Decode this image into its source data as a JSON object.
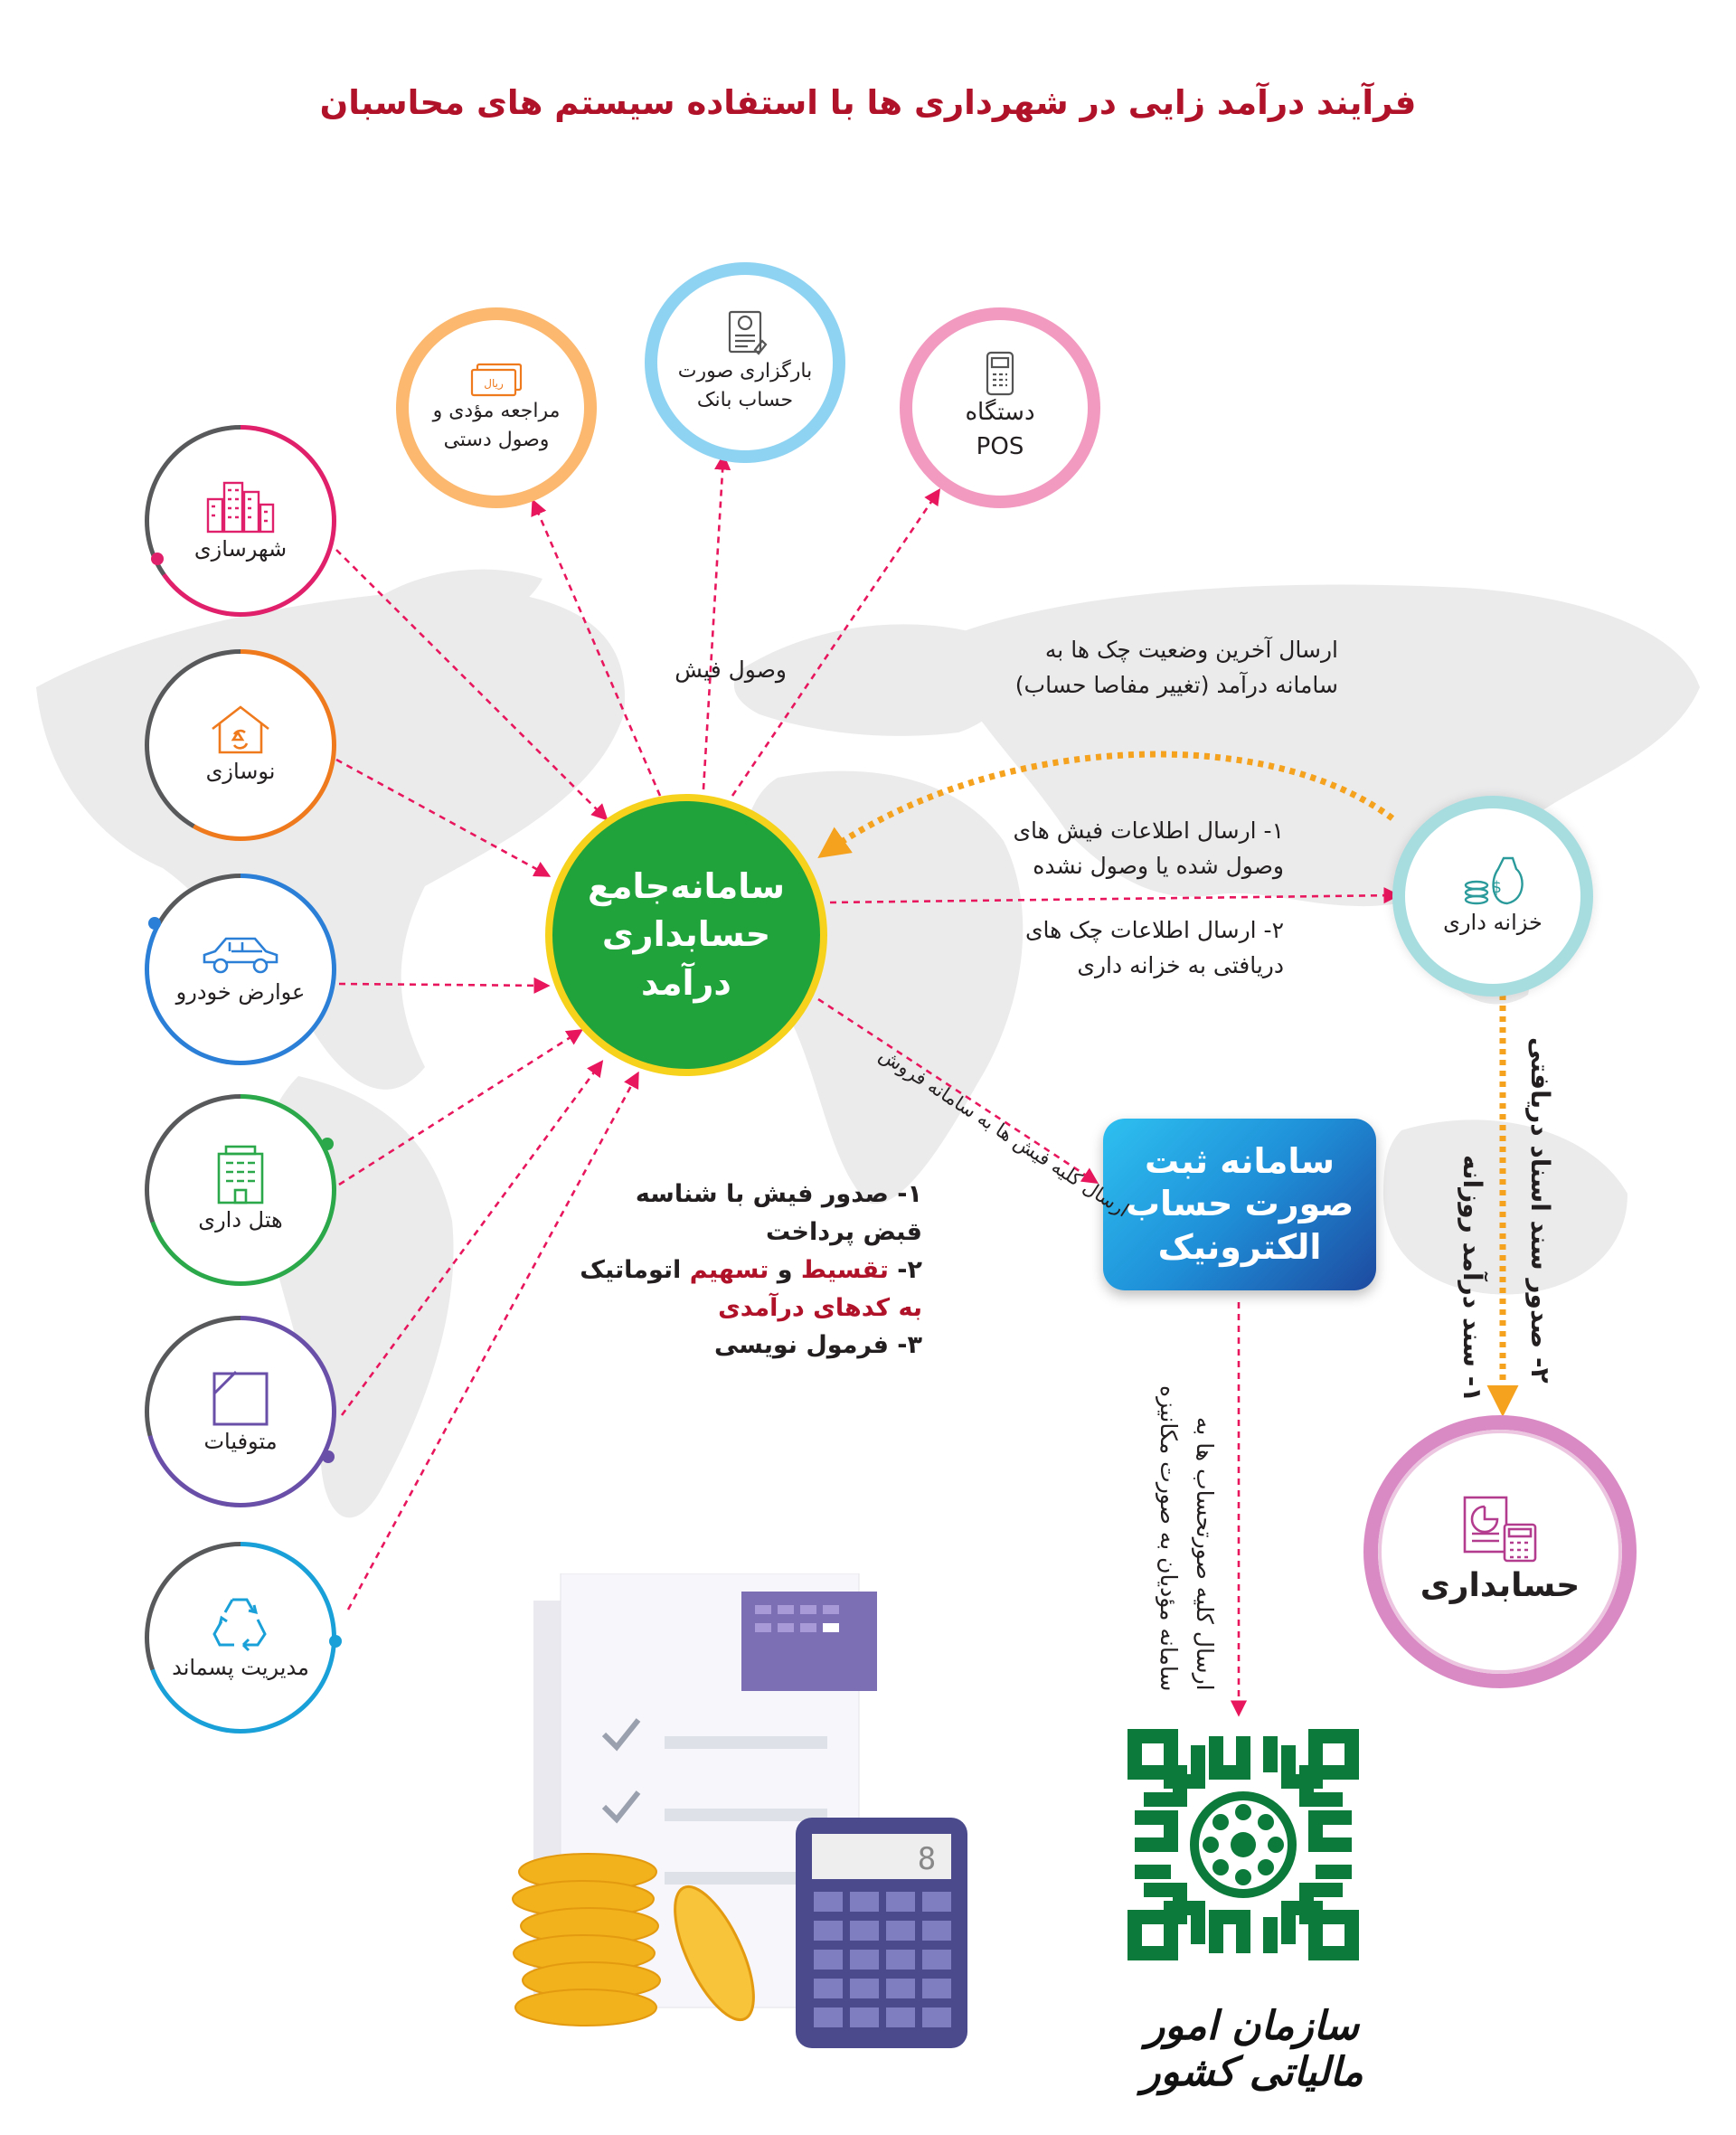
{
  "title": "فرآیند درآمد زایی در شهرداری ها با استفاده سیستم های محاسبان",
  "center": {
    "line1": "سامانه‌جامع",
    "line2": "حسابداری درآمد"
  },
  "left_nodes": [
    {
      "label": "شهرسازی",
      "color": "#e0206a",
      "icon": "buildings-icon"
    },
    {
      "label": "نوسازی",
      "color": "#ef7a1e",
      "icon": "house-recycle-icon"
    },
    {
      "label": "عوارض خودرو",
      "color": "#2b7fd6",
      "icon": "car-icon"
    },
    {
      "label": "هتل داری",
      "color": "#2ba84a",
      "icon": "hotel-icon"
    },
    {
      "label": "متوفیات",
      "color": "#6a4fa8",
      "icon": "frame-icon"
    },
    {
      "label": "مدیریت پسماند",
      "color": "#1aa0d8",
      "icon": "recycle-icon"
    }
  ],
  "top_nodes": [
    {
      "line1": "مراجعه مؤدی و",
      "line2": "وصول دستی",
      "color": "#fbb86e",
      "icon": "cash-icon"
    },
    {
      "line1": "بارگزاری صورت",
      "line2": "حساب بانک",
      "color": "#8fd3f2",
      "icon": "bank-statement-icon"
    },
    {
      "line1": "دستگاه",
      "line2": "POS",
      "color": "#f29ac0",
      "icon": "pos-icon"
    }
  ],
  "cash_note_text": "ریال",
  "treasury": {
    "label": "خزانه داری",
    "color": "#a8dde0",
    "icon": "money-bag-icon"
  },
  "accounting": {
    "label": "حسابداری",
    "color": "#d98ac4",
    "icon": "report-calculator-icon"
  },
  "einvoice": {
    "line1": "سامانه ثبت",
    "line2": "صورت حساب",
    "line3": "الکترونیک"
  },
  "labels": {
    "receipt_collection": "وصول فیش",
    "check_status_line1": "ارسال آخرین وضعیت چک ها به",
    "check_status_line2": "سامانه درآمد (تغییر مفاصا حساب)",
    "send1_line1": "۱- ارسال اطلاعات فیش های",
    "send1_line2": "وصول شده یا وصول نشده",
    "send2_line1": "۲- ارسال اطلاعات چک های",
    "send2_line2": "دریافتی به خزانه داری",
    "sales_line": "ارسال کلیه فیش ها به سامانه فروش",
    "features_1a": "۱- صدور فیش با شناسه",
    "features_1b": "قبض پرداخت",
    "features_2_prefix": "۲- ",
    "features_2_red1": "تقسیط",
    "features_2_mid": " و ",
    "features_2_red2": "تسهیم",
    "features_2_suffix": " اتوماتیک",
    "features_2b": "به کدهای درآمدی",
    "features_3": "۳- فرمول نویسی",
    "tax_send_line1": "ارسال کلیه صورتحساب ها به",
    "tax_send_line2": "سامانه مؤدیان به صورت مکانیزه",
    "daily_doc": "۱- سند درآمد روزانه",
    "received_docs": "۲- صدور سند اسناد دریافتی"
  },
  "calculator_display": "8",
  "tax_org": "سازمان امور مالیاتی کشور",
  "colors": {
    "title": "#b0122a",
    "center_green": "#20a33a",
    "center_ring": "#f6d21c",
    "dashed_arrow": "#e8175d",
    "orange_arrow": "#f5a21e",
    "tax_green": "#0c7a3a"
  }
}
